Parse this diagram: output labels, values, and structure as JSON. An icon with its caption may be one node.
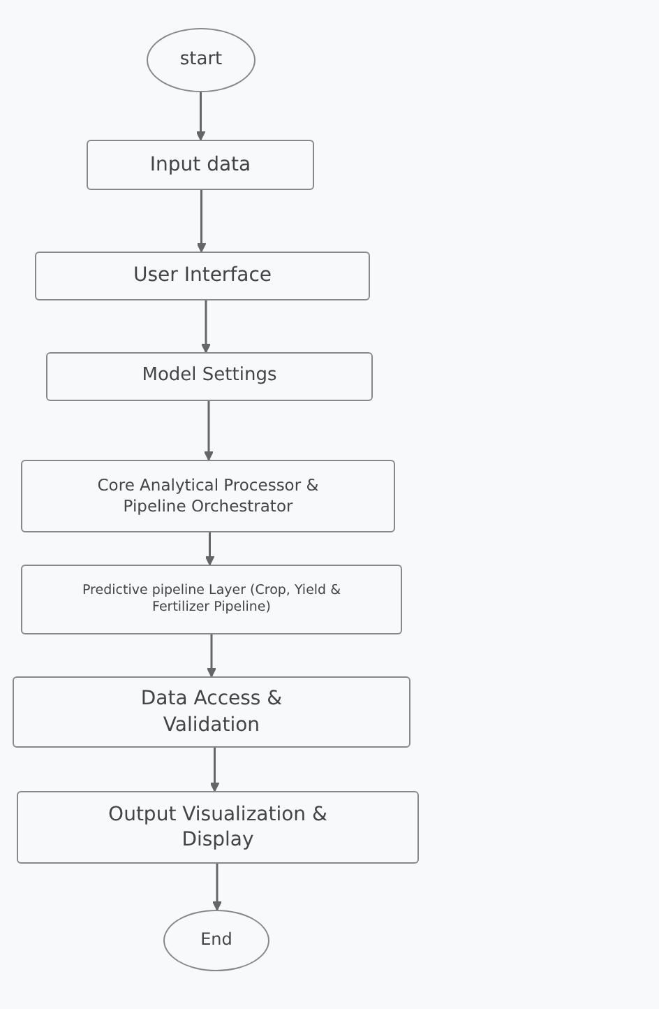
{
  "diagram": {
    "nodes": [
      {
        "text": [
          "start"
        ]
      },
      {
        "text": [
          "Input data"
        ]
      },
      {
        "text": [
          "User Interface"
        ]
      },
      {
        "text": [
          "Model Settings"
        ]
      },
      {
        "text": [
          "Core Analytical Processor & Pipeline Orchestrator"
        ]
      },
      {
        "text": [
          "Predictive pipeline Layer (Crop, Yield & Fertilizer Pipeline)"
        ]
      },
      {
        "text": [
          "Data Access & Validation"
        ]
      },
      {
        "text": [
          "Output Visualization & Display"
        ]
      },
      {
        "text": [
          "End"
        ]
      }
    ],
    "edges": [
      {
        "from": 0,
        "to": 1,
        "arrow": "to"
      },
      {
        "from": 1,
        "to": 2,
        "arrow": "to"
      },
      {
        "from": 2,
        "to": 3,
        "arrow": "to"
      },
      {
        "from": 3,
        "to": 4,
        "arrow": "to"
      },
      {
        "from": 4,
        "to": 5,
        "arrow": "to"
      },
      {
        "from": 5,
        "to": 6,
        "arrow": "to"
      },
      {
        "from": 6,
        "to": 7,
        "arrow": "to"
      },
      {
        "from": 7,
        "to": 8,
        "arrow": "to"
      }
    ]
  }
}
